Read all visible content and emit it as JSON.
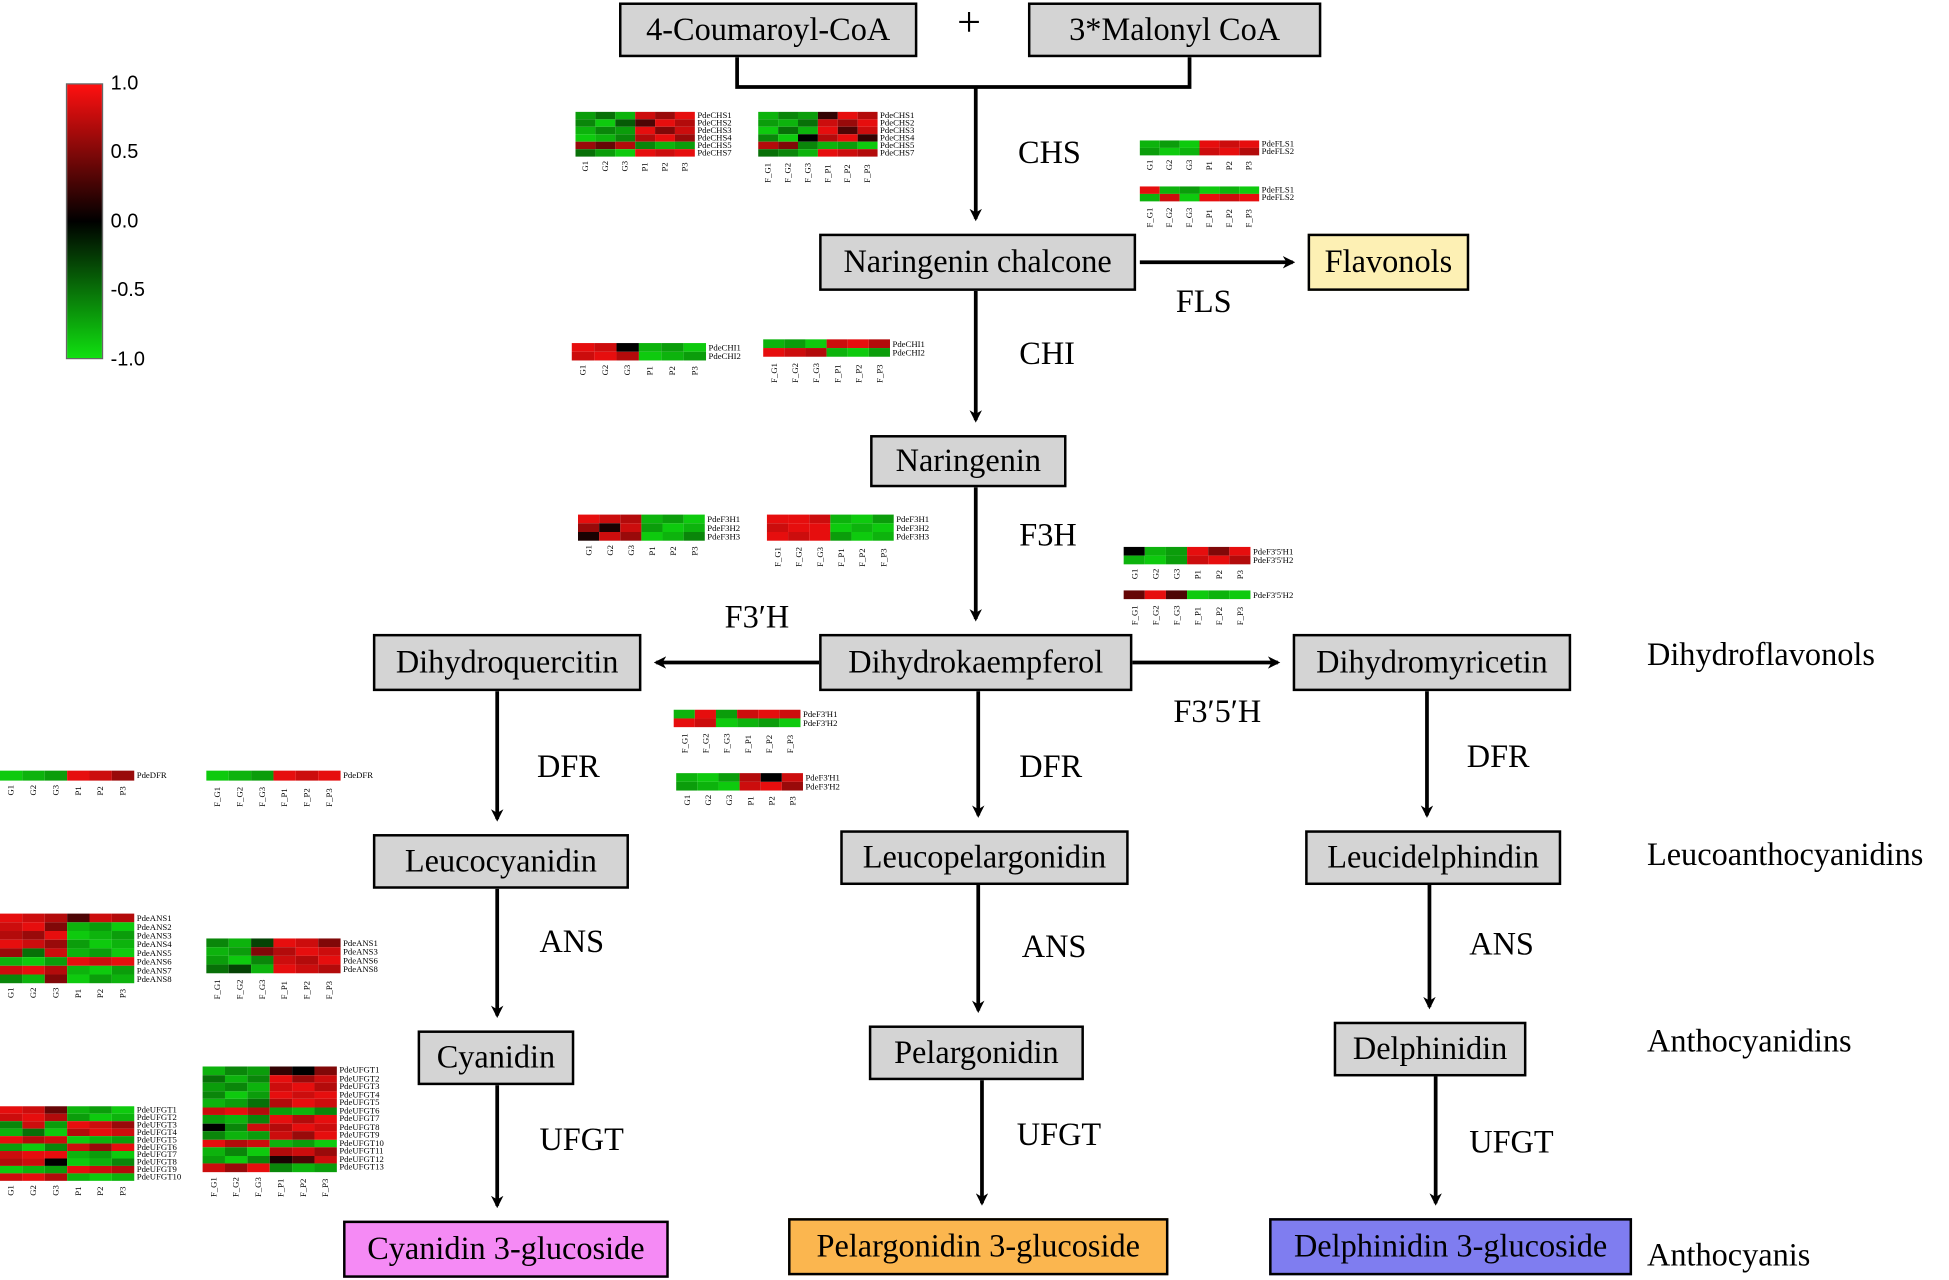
{
  "colors": {
    "node_fill": "#d4d4d4",
    "flavonols_fill": "#fdf0b4",
    "cyan_gluc_fill": "#f58af5",
    "pel_gluc_fill": "#fbb64f",
    "del_gluc_fill": "#7f7df0",
    "hm_red": "#ff1010",
    "hm_black": "#000000",
    "hm_green": "#10e010"
  },
  "plus": "+",
  "nodes": {
    "coumaroyl": "4-Coumaroyl-CoA",
    "malonyl": "3*Malonyl CoA",
    "nar_chalcone": "Naringenin chalcone",
    "flavonols": "Flavonols",
    "naringenin": "Naringenin",
    "dihydroquercitin": "Dihydroquercitin",
    "dihydrokaempferol": "Dihydrokaempferol",
    "dihydromyricetin": "Dihydromyricetin",
    "leucocyanidin": "Leucocyanidin",
    "leucopelargonidin": "Leucopelargonidin",
    "leucidelphindin": "Leucidelphindin",
    "cyanidin": "Cyanidin",
    "pelargonidin": "Pelargonidin",
    "delphinidin": "Delphinidin",
    "cyan_gluc": "Cyanidin 3-glucoside",
    "pel_gluc": "Pelargonidin 3-glucoside",
    "del_gluc": "Delphinidin 3-glucoside"
  },
  "enzymes": {
    "chs": "CHS",
    "fls": "FLS",
    "chi": "CHI",
    "f3h": "F3H",
    "f3ph": "F3′H",
    "f35h": "F3′5′H",
    "dfr1": "DFR",
    "dfr2": "DFR",
    "dfr3": "DFR",
    "ans1": "ANS",
    "ans2": "ANS",
    "ans3": "ANS",
    "ufgt1": "UFGT",
    "ufgt2": "UFGT",
    "ufgt3": "UFGT"
  },
  "classes": {
    "dihydro": "Dihydroflavonols",
    "leuco": "Leucoanthocyanidins",
    "antho": "Anthocyanidins",
    "anthocyanis": "Anthocyanis"
  },
  "scale": {
    "labels": [
      "1.0",
      "0.5",
      "0.0",
      "-0.5",
      "-1.0"
    ]
  },
  "heatmaps": [
    {
      "id": "chs_a",
      "cols": [
        "G1",
        "G2",
        "G3",
        "P1",
        "P2",
        "P3"
      ],
      "genes": [
        "PdeCHS1",
        "PdeCHS2",
        "PdeCHS3",
        "PdeCHS4",
        "PdeCHS5",
        "PdeCHS7"
      ],
      "values": [
        [
          -0.7,
          -0.5,
          -0.8,
          0.8,
          0.6,
          0.9
        ],
        [
          -0.6,
          -0.9,
          -0.4,
          0.3,
          0.9,
          0.7
        ],
        [
          -0.8,
          -0.6,
          -0.7,
          0.9,
          0.5,
          0.8
        ],
        [
          -0.9,
          -0.8,
          -0.6,
          0.7,
          0.9,
          0.6
        ],
        [
          0.6,
          0.4,
          0.7,
          -0.6,
          -0.8,
          -0.7
        ],
        [
          -0.5,
          -0.7,
          -0.9,
          0.9,
          0.8,
          0.9
        ]
      ]
    },
    {
      "id": "chs_b",
      "cols": [
        "F_G1",
        "F_G2",
        "F_G3",
        "F_P1",
        "F_P2",
        "F_P3"
      ],
      "genes": [
        "PdeCHS1",
        "PdeCHS2",
        "PdeCHS3",
        "PdeCHS4",
        "PdeCHS5",
        "PdeCHS7"
      ],
      "values": [
        [
          -0.8,
          -0.6,
          -0.7,
          0.2,
          0.9,
          0.7
        ],
        [
          -0.7,
          -0.8,
          -0.5,
          0.8,
          0.6,
          0.9
        ],
        [
          -0.9,
          -0.5,
          -0.8,
          0.9,
          0.3,
          0.8
        ],
        [
          -0.6,
          -0.9,
          0.0,
          0.7,
          0.9,
          0.2
        ],
        [
          0.7,
          0.5,
          -0.6,
          -0.8,
          -0.7,
          -0.9
        ],
        [
          -0.5,
          -0.6,
          -0.8,
          0.9,
          0.8,
          0.7
        ]
      ]
    },
    {
      "id": "fls_a",
      "cols": [
        "G1",
        "G2",
        "G3",
        "P1",
        "P2",
        "P3"
      ],
      "genes": [
        "PdeFLS1",
        "PdeFLS2"
      ],
      "values": [
        [
          -0.8,
          -0.7,
          -0.9,
          0.9,
          0.8,
          0.9
        ],
        [
          -0.7,
          -0.9,
          -0.8,
          0.8,
          0.9,
          0.7
        ]
      ]
    },
    {
      "id": "fls_b",
      "cols": [
        "F_G1",
        "F_G2",
        "F_G3",
        "F_P1",
        "F_P2",
        "F_P3"
      ],
      "genes": [
        "PdeFLS1",
        "PdeFLS2"
      ],
      "values": [
        [
          0.9,
          -0.8,
          -0.7,
          -0.9,
          -0.8,
          -0.9
        ],
        [
          -0.8,
          0.8,
          -0.9,
          0.9,
          0.8,
          0.9
        ]
      ]
    },
    {
      "id": "chi_a",
      "cols": [
        "G1",
        "G2",
        "G3",
        "P1",
        "P2",
        "P3"
      ],
      "genes": [
        "PdeCHI1",
        "PdeCHI2"
      ],
      "values": [
        [
          0.9,
          0.8,
          0.0,
          -0.8,
          -0.7,
          -0.9
        ],
        [
          0.8,
          0.9,
          0.7,
          -0.9,
          -0.8,
          -0.7
        ]
      ]
    },
    {
      "id": "chi_b",
      "cols": [
        "F_G1",
        "F_G2",
        "F_G3",
        "F_P1",
        "F_P2",
        "F_P3"
      ],
      "genes": [
        "PdeCHI1",
        "PdeCHI2"
      ],
      "values": [
        [
          -0.8,
          -0.7,
          -0.9,
          0.8,
          0.9,
          0.7
        ],
        [
          0.9,
          0.8,
          0.7,
          -0.8,
          -0.9,
          -0.7
        ]
      ]
    },
    {
      "id": "f3h_a",
      "cols": [
        "G1",
        "G2",
        "G3",
        "P1",
        "P2",
        "P3"
      ],
      "genes": [
        "PdeF3H1",
        "PdeF3H2",
        "PdeF3H3"
      ],
      "values": [
        [
          0.9,
          0.8,
          0.7,
          -0.8,
          -0.7,
          -0.9
        ],
        [
          0.6,
          0.1,
          0.8,
          -0.7,
          -0.9,
          -0.8
        ],
        [
          0.1,
          0.8,
          0.6,
          -0.9,
          -0.8,
          -0.6
        ]
      ]
    },
    {
      "id": "f3h_b",
      "cols": [
        "F_G1",
        "F_G2",
        "F_G3",
        "F_P1",
        "F_P2",
        "F_P3"
      ],
      "genes": [
        "PdeF3H1",
        "PdeF3H2",
        "PdeF3H3"
      ],
      "values": [
        [
          0.9,
          0.9,
          0.8,
          -0.8,
          -0.9,
          -0.7
        ],
        [
          0.8,
          0.9,
          0.9,
          -0.9,
          -0.8,
          -0.9
        ],
        [
          0.9,
          0.8,
          0.9,
          -0.7,
          -0.9,
          -0.8
        ]
      ]
    },
    {
      "id": "f35h_a",
      "cols": [
        "G1",
        "G2",
        "G3",
        "P1",
        "P2",
        "P3"
      ],
      "genes": [
        "PdeF3'5'H1",
        "PdeF3'5'H2"
      ],
      "values": [
        [
          0.0,
          -0.8,
          -0.7,
          0.9,
          0.5,
          0.9
        ],
        [
          -0.8,
          -0.9,
          -0.7,
          0.8,
          0.9,
          0.7
        ]
      ]
    },
    {
      "id": "f35h_b",
      "cols": [
        "F_G1",
        "F_G2",
        "F_G3",
        "F_P1",
        "F_P2",
        "F_P3"
      ],
      "genes": [
        "PdeF3'5'H2"
      ],
      "values": [
        [
          0.4,
          0.9,
          0.3,
          -0.9,
          -0.8,
          -0.9
        ]
      ]
    },
    {
      "id": "f3ph_a",
      "cols": [
        "F_G1",
        "F_G2",
        "F_G3",
        "F_P1",
        "F_P2",
        "F_P3"
      ],
      "genes": [
        "PdeF3'H1",
        "PdeF3'H2"
      ],
      "values": [
        [
          -0.8,
          0.9,
          -0.7,
          0.8,
          0.9,
          0.8
        ],
        [
          0.9,
          0.8,
          -0.9,
          -0.8,
          -0.7,
          -0.9
        ]
      ]
    },
    {
      "id": "f3ph_b",
      "cols": [
        "G1",
        "G2",
        "G3",
        "P1",
        "P2",
        "P3"
      ],
      "genes": [
        "PdeF3'H1",
        "PdeF3'H2"
      ],
      "values": [
        [
          -0.8,
          -0.9,
          -0.7,
          0.7,
          0.0,
          0.8
        ],
        [
          -0.7,
          -0.8,
          -0.9,
          0.8,
          0.9,
          0.6
        ]
      ]
    },
    {
      "id": "dfr_a",
      "cols": [
        "G1",
        "G2",
        "G3",
        "P1",
        "P2",
        "P3"
      ],
      "genes": [
        "PdeDFR"
      ],
      "values": [
        [
          -0.9,
          -0.8,
          -0.7,
          0.9,
          0.8,
          0.6
        ]
      ]
    },
    {
      "id": "dfr_b",
      "cols": [
        "F_G1",
        "F_G2",
        "F_G3",
        "F_P1",
        "F_P2",
        "F_P3"
      ],
      "genes": [
        "PdeDFR"
      ],
      "values": [
        [
          -0.9,
          -0.8,
          -0.7,
          0.9,
          0.8,
          0.9
        ]
      ]
    },
    {
      "id": "ans_a",
      "cols": [
        "G1",
        "G2",
        "G3",
        "P1",
        "P2",
        "P3"
      ],
      "genes": [
        "PdeANS1",
        "PdeANS2",
        "PdeANS3",
        "PdeANS4",
        "PdeANS5",
        "PdeANS6",
        "PdeANS7",
        "PdeANS8"
      ],
      "values": [
        [
          0.9,
          0.8,
          0.7,
          0.3,
          0.8,
          0.7
        ],
        [
          0.8,
          0.9,
          0.5,
          -0.8,
          -0.7,
          -0.9
        ],
        [
          0.7,
          0.6,
          0.9,
          -0.9,
          -0.8,
          -0.7
        ],
        [
          0.9,
          0.8,
          0.6,
          -0.7,
          -0.9,
          -0.8
        ],
        [
          0.6,
          -0.5,
          0.8,
          -0.8,
          -0.7,
          -0.9
        ],
        [
          -0.8,
          -0.9,
          -0.7,
          0.9,
          0.8,
          0.9
        ],
        [
          0.8,
          0.9,
          0.7,
          -0.8,
          -0.9,
          -0.7
        ],
        [
          -0.6,
          -0.8,
          0.5,
          -0.9,
          -0.7,
          -0.8
        ]
      ]
    },
    {
      "id": "ans_b",
      "cols": [
        "F_G1",
        "F_G2",
        "F_G3",
        "F_P1",
        "F_P2",
        "F_P3"
      ],
      "genes": [
        "PdeANS1",
        "PdeANS3",
        "PdeANS6",
        "PdeANS8"
      ],
      "values": [
        [
          -0.6,
          -0.8,
          -0.3,
          0.9,
          0.8,
          0.5
        ],
        [
          -0.8,
          -0.7,
          0.5,
          0.7,
          0.9,
          0.8
        ],
        [
          -0.7,
          -0.9,
          -0.6,
          0.8,
          0.7,
          0.9
        ],
        [
          -0.5,
          -0.3,
          -0.8,
          0.9,
          0.8,
          0.7
        ]
      ]
    },
    {
      "id": "ufgt_a",
      "cols": [
        "G1",
        "G2",
        "G3",
        "P1",
        "P2",
        "P3"
      ],
      "genes": [
        "PdeUFGT1",
        "PdeUFGT2",
        "PdeUFGT3",
        "PdeUFGT4",
        "PdeUFGT5",
        "PdeUFGT6",
        "PdeUFGT7",
        "PdeUFGT8",
        "PdeUFGT9",
        "PdeUFGT10"
      ],
      "values": [
        [
          0.9,
          0.8,
          0.4,
          -0.8,
          -0.7,
          -0.9
        ],
        [
          0.8,
          0.9,
          0.7,
          -0.7,
          -0.9,
          -0.8
        ],
        [
          -0.6,
          0.8,
          -0.7,
          0.9,
          0.8,
          0.6
        ],
        [
          -0.8,
          -0.5,
          -0.9,
          0.7,
          0.9,
          0.8
        ],
        [
          0.9,
          0.7,
          0.8,
          -0.9,
          -0.8,
          -0.7
        ],
        [
          -0.7,
          -0.9,
          -0.6,
          0.8,
          0.6,
          0.9
        ],
        [
          0.8,
          0.9,
          0.9,
          -0.8,
          -0.7,
          -0.9
        ],
        [
          0.7,
          0.8,
          0.0,
          -0.9,
          -0.8,
          -0.6
        ],
        [
          -0.9,
          -0.8,
          -0.7,
          0.9,
          0.8,
          0.7
        ],
        [
          0.8,
          0.9,
          0.7,
          -0.8,
          -0.9,
          -0.8
        ]
      ]
    },
    {
      "id": "ufgt_b",
      "cols": [
        "F_G1",
        "F_G2",
        "F_G3",
        "F_P1",
        "F_P2",
        "F_P3"
      ],
      "genes": [
        "PdeUFGT1",
        "PdeUFGT2",
        "PdeUFGT3",
        "PdeUFGT4",
        "PdeUFGT5",
        "PdeUFGT6",
        "PdeUFGT7",
        "PdeUFGT8",
        "PdeUFGT9",
        "PdeUFGT10",
        "PdeUFGT11",
        "PdeUFGT12",
        "PdeUFGT13"
      ],
      "values": [
        [
          -0.8,
          -0.6,
          -0.7,
          0.2,
          0.0,
          0.5
        ],
        [
          -0.5,
          -0.8,
          -0.6,
          0.9,
          0.6,
          0.8
        ],
        [
          -0.7,
          -0.6,
          -0.8,
          0.8,
          0.9,
          0.7
        ],
        [
          -0.6,
          -0.9,
          -0.7,
          0.9,
          0.8,
          0.9
        ],
        [
          -0.8,
          -0.7,
          -0.5,
          0.7,
          0.9,
          0.8
        ],
        [
          0.8,
          0.9,
          0.7,
          -0.7,
          -0.8,
          -0.6
        ],
        [
          -0.7,
          -0.8,
          -0.6,
          0.9,
          0.7,
          0.9
        ],
        [
          0.0,
          -0.6,
          0.8,
          0.7,
          0.9,
          0.8
        ],
        [
          -0.6,
          -0.8,
          -0.7,
          0.8,
          0.6,
          0.9
        ],
        [
          0.9,
          0.7,
          0.8,
          -0.8,
          -0.7,
          -0.9
        ],
        [
          -0.8,
          -0.6,
          -0.9,
          0.7,
          0.8,
          0.6
        ],
        [
          -0.7,
          -0.9,
          -0.6,
          0.1,
          0.3,
          0.8
        ],
        [
          0.8,
          0.6,
          0.9,
          -0.6,
          -0.8,
          -0.7
        ]
      ]
    }
  ]
}
